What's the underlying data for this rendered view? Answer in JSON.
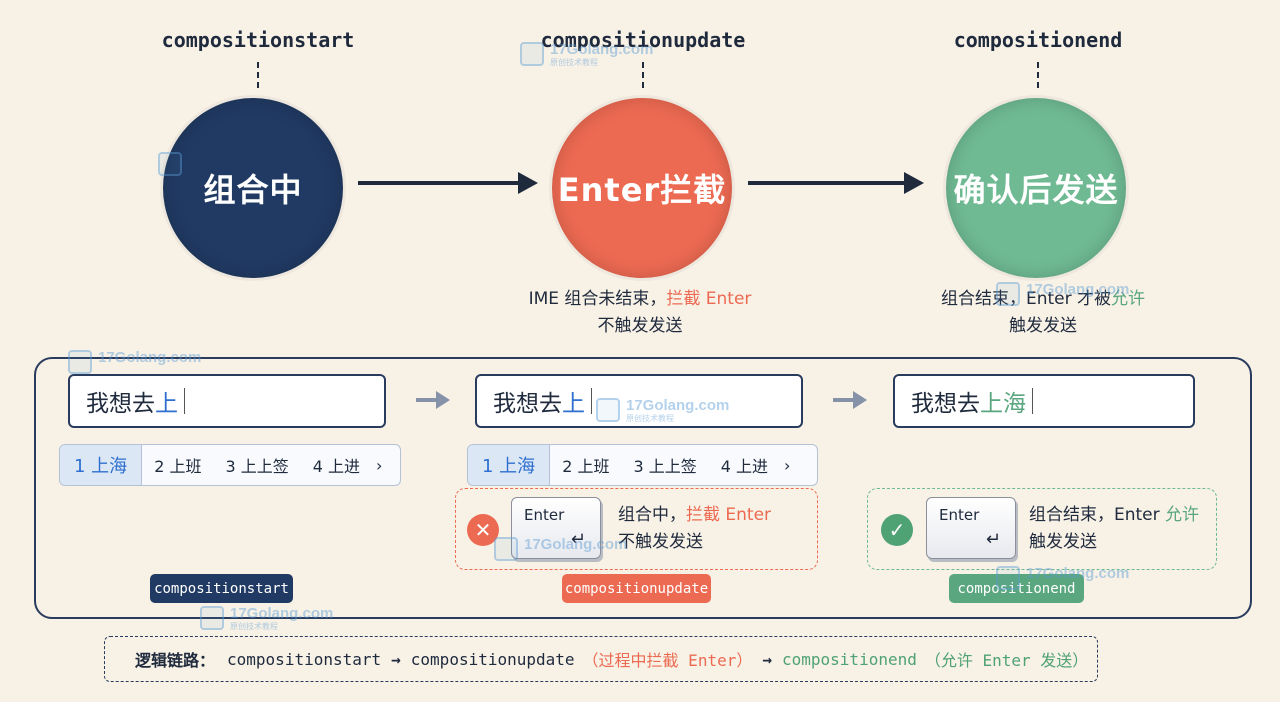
{
  "stages": [
    {
      "label": "compositionstart",
      "circle_text": "组合中",
      "color": "#213a63"
    },
    {
      "label": "compositionupdate",
      "circle_text": "Enter拦截",
      "color": "#ed6a52"
    },
    {
      "label": "compositionend",
      "circle_text": "确认后发送",
      "color": "#6fba93"
    }
  ],
  "captions": {
    "update": {
      "pre": "IME 组合未结束，",
      "highlight": "拦截 Enter",
      "line2": "不触发发送"
    },
    "end": {
      "pre": "组合结束，Enter 才被",
      "highlight": "允许",
      "line2": "触发发送"
    }
  },
  "inputs": [
    {
      "pre": "我想去",
      "hl": "上"
    },
    {
      "pre": "我想去",
      "hl": "上"
    },
    {
      "pre": "我想去",
      "hl": "上海"
    }
  ],
  "candidates": {
    "selected": "1 上海",
    "items": [
      "2 上班",
      "3 上上签",
      "4 上进"
    ],
    "chevron": "›"
  },
  "notes": {
    "blocked": {
      "badge": "✕",
      "line1_pre": "组合中，",
      "line1_hl": "拦截 Enter",
      "line2": "不触发发送"
    },
    "allowed": {
      "badge": "✓",
      "line1_pre": "组合结束，Enter ",
      "line1_hl": "允许",
      "line2": "触发发送"
    }
  },
  "key": {
    "label": "Enter",
    "return_symbol": "↵"
  },
  "pills": [
    "compositionstart",
    "compositionupdate",
    "compositionend"
  ],
  "chain": {
    "label": "逻辑链路：",
    "start": "compositionstart",
    "arrow": "→",
    "update": "compositionupdate",
    "update_note": "（过程中拦截 Enter）",
    "end": "compositionend",
    "end_note": "（允许 Enter 发送）"
  },
  "watermark": {
    "text": "17Golang.com",
    "sub": "原创技术教程"
  },
  "colors": {
    "navy": "#213a63",
    "red": "#ed6a52",
    "green": "#5aa67e",
    "blue": "#2e6fd0"
  }
}
